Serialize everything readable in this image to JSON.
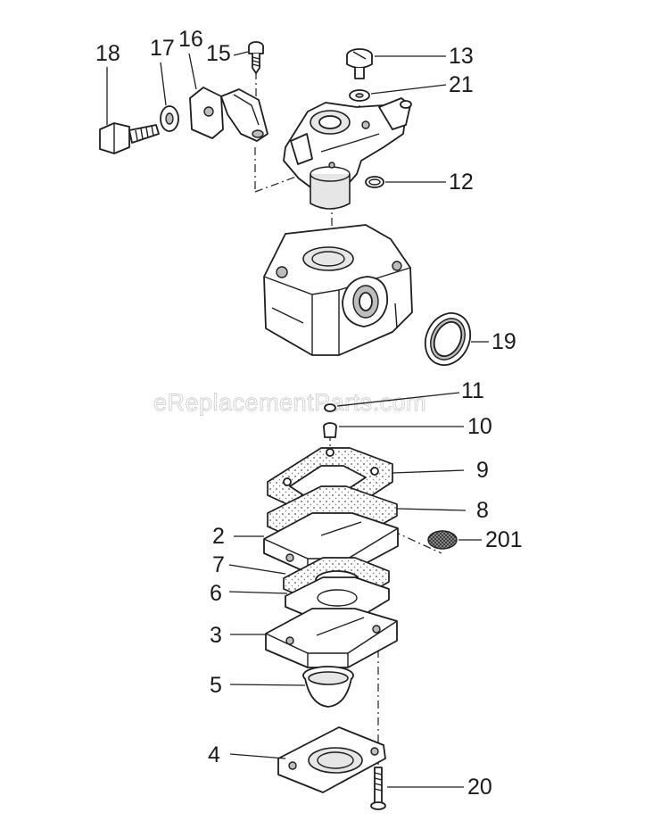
{
  "watermark": "eReplacementParts.com",
  "callouts": [
    {
      "id": "18",
      "text": "18"
    },
    {
      "id": "17",
      "text": "17"
    },
    {
      "id": "16",
      "text": "16"
    },
    {
      "id": "15",
      "text": "15"
    },
    {
      "id": "13",
      "text": "13"
    },
    {
      "id": "21",
      "text": "21"
    },
    {
      "id": "12",
      "text": "12"
    },
    {
      "id": "19",
      "text": "19"
    },
    {
      "id": "11",
      "text": "11"
    },
    {
      "id": "10",
      "text": "10"
    },
    {
      "id": "9",
      "text": "9"
    },
    {
      "id": "8",
      "text": "8"
    },
    {
      "id": "2",
      "text": "2"
    },
    {
      "id": "201",
      "text": "201"
    },
    {
      "id": "7",
      "text": "7"
    },
    {
      "id": "6",
      "text": "6"
    },
    {
      "id": "3",
      "text": "3"
    },
    {
      "id": "5",
      "text": "5"
    },
    {
      "id": "4",
      "text": "4"
    },
    {
      "id": "20",
      "text": "20"
    }
  ]
}
